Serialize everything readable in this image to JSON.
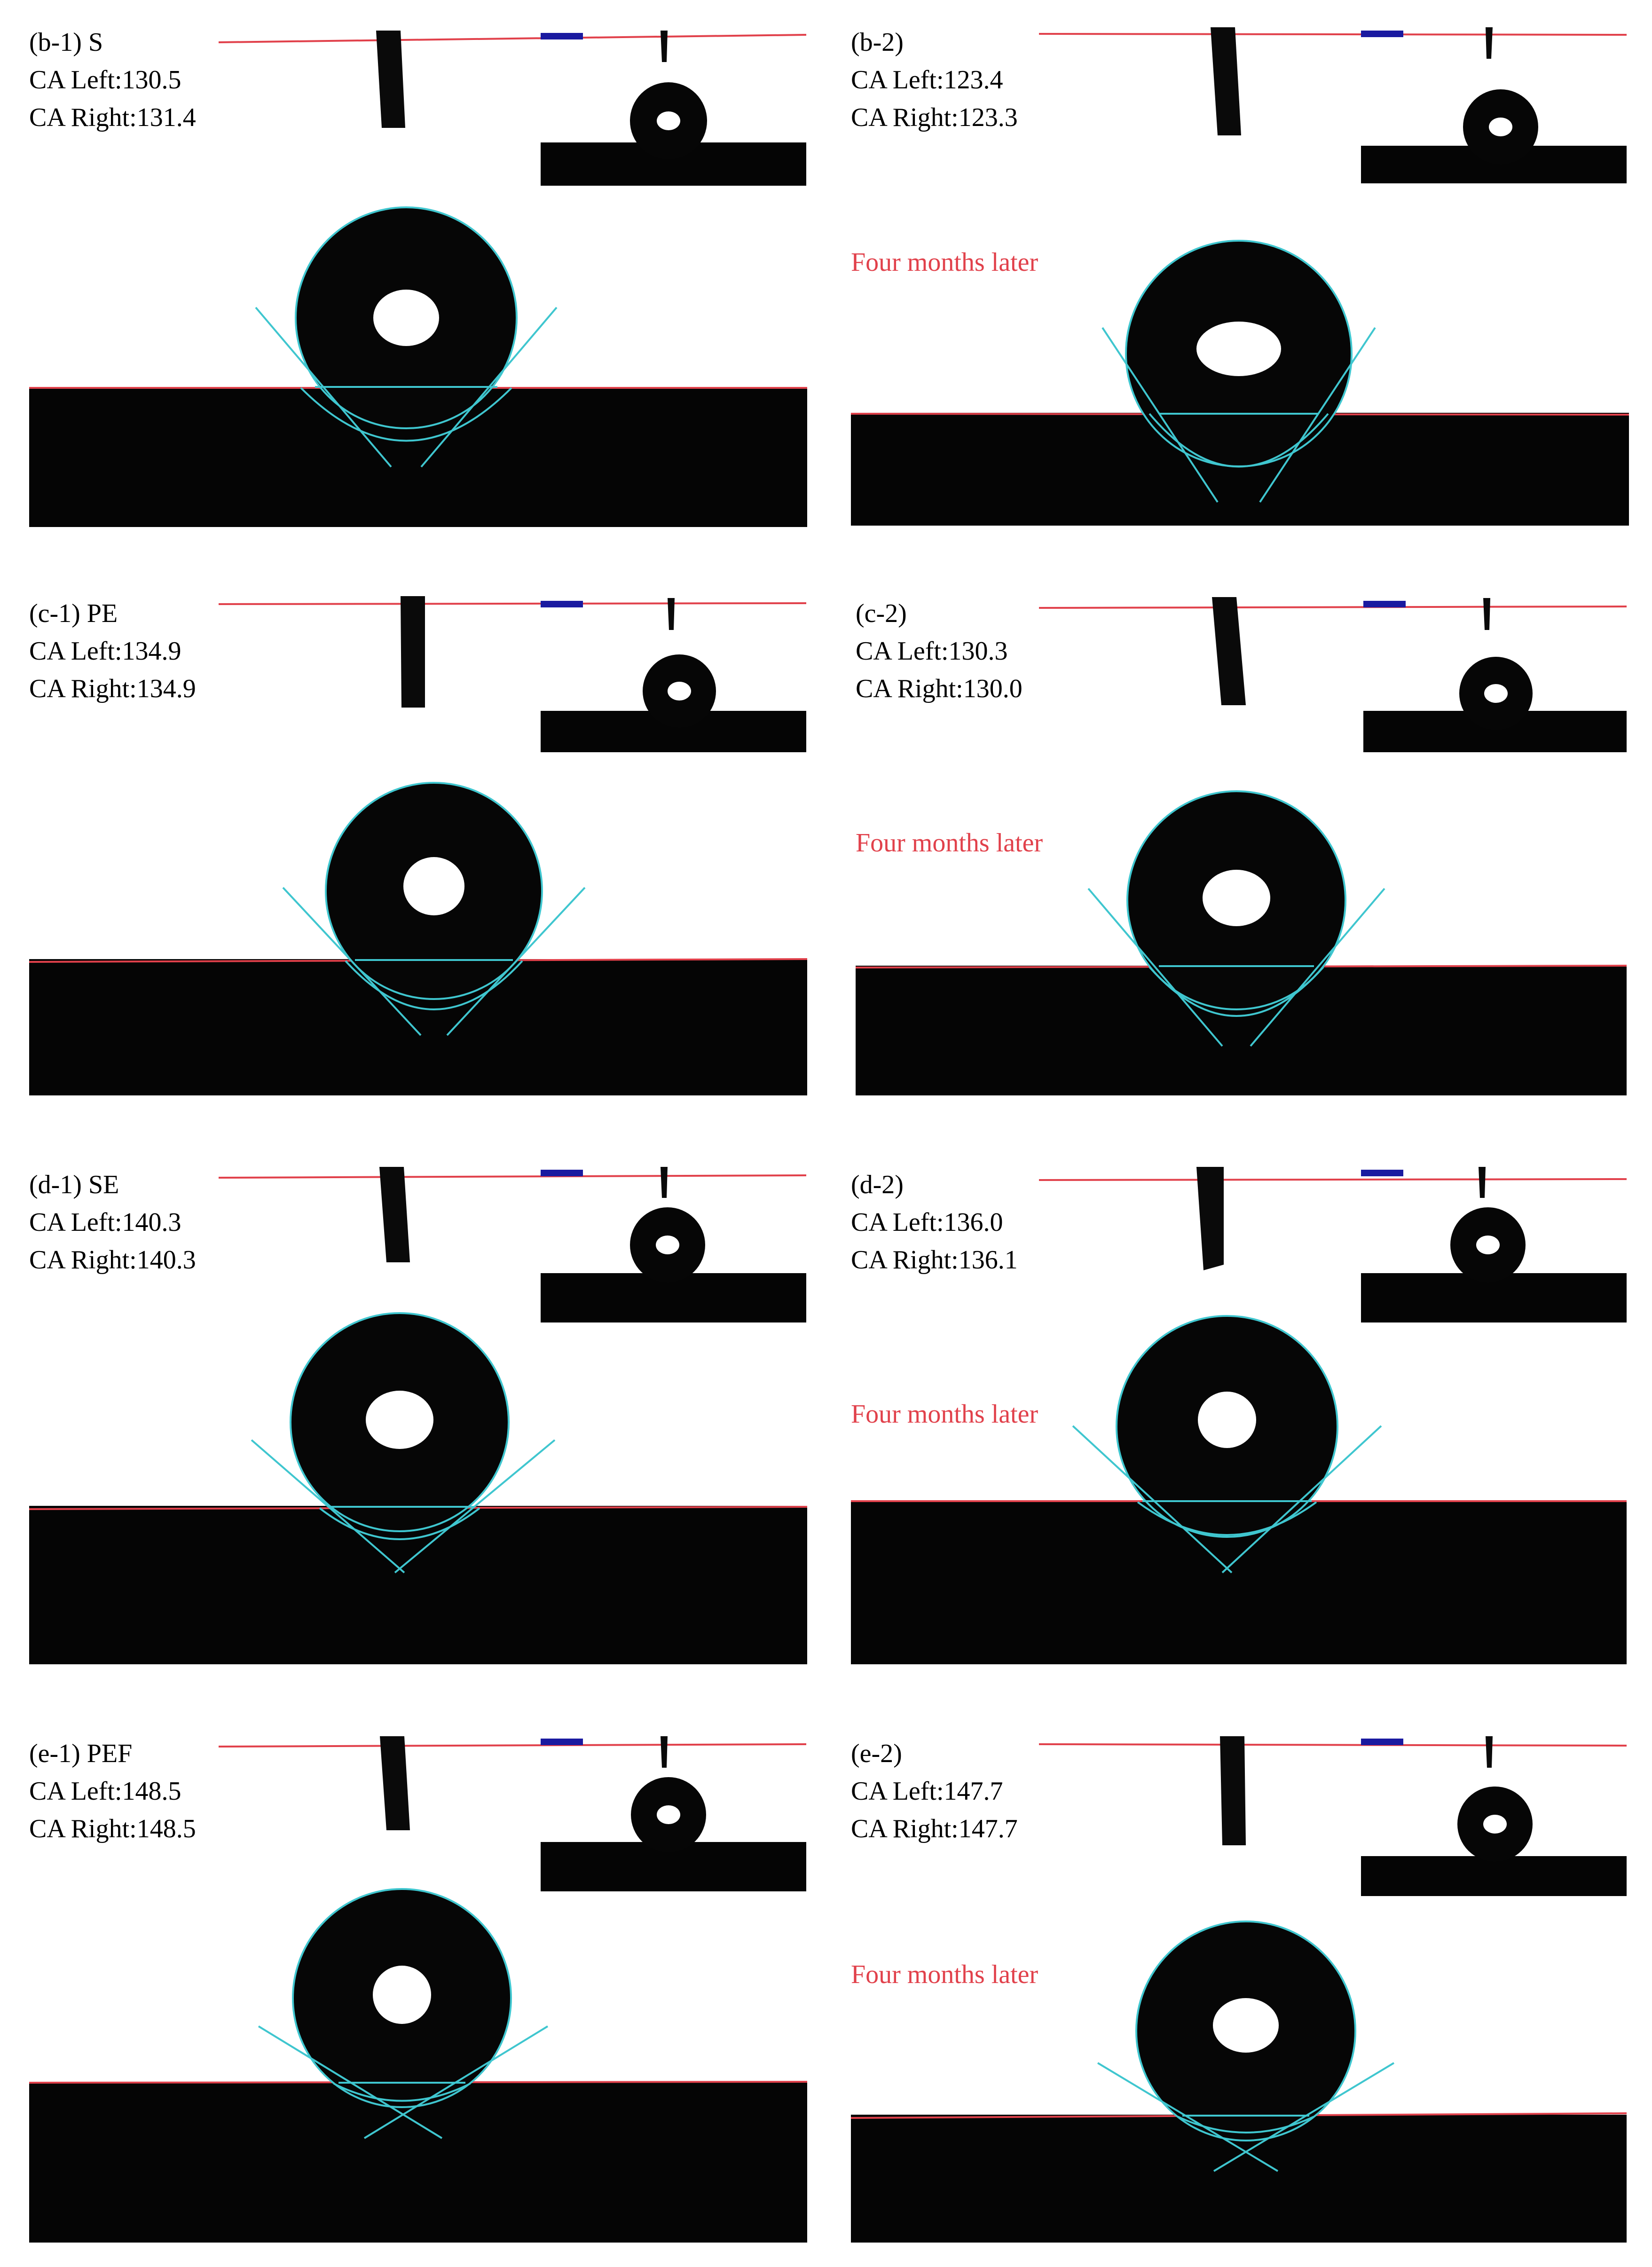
{
  "colors": {
    "background": "#ffffff",
    "substrate": "#050505",
    "droplet": "#060606",
    "highlight": "#ffffff",
    "fit_line": "#3fc6cf",
    "baseline": "#e1414b",
    "note_text": "#e1414b",
    "inset_box": "#1a1aa0"
  },
  "panels": [
    {
      "id": "b-1",
      "title": "(b-1) S",
      "ca_left": "CA Left:130.5",
      "ca_right": "CA Right:131.4",
      "note": ""
    },
    {
      "id": "b-2",
      "title": "(b-2)",
      "ca_left": "CA Left:123.4",
      "ca_right": "CA Right:123.3",
      "note": "Four months later"
    },
    {
      "id": "c-1",
      "title": "(c-1) PE",
      "ca_left": "CA Left:134.9",
      "ca_right": "CA Right:134.9",
      "note": ""
    },
    {
      "id": "c-2",
      "title": "(c-2)",
      "ca_left": "CA Left:130.3",
      "ca_right": "CA Right:130.0",
      "note": "Four months later"
    },
    {
      "id": "d-1",
      "title": "(d-1) SE",
      "ca_left": "CA Left:140.3",
      "ca_right": "CA Right:140.3",
      "note": ""
    },
    {
      "id": "d-2",
      "title": "(d-2)",
      "ca_left": "CA Left:136.0",
      "ca_right": "CA Right:136.1",
      "note": "Four months later"
    },
    {
      "id": "e-1",
      "title": "(e-1) PEF",
      "ca_left": "CA Left:148.5",
      "ca_right": "CA Right:148.5",
      "note": ""
    },
    {
      "id": "e-2",
      "title": "(e-2)",
      "ca_left": "CA Left:147.7",
      "ca_right": "CA Right:147.7",
      "note": "Four months later"
    }
  ]
}
